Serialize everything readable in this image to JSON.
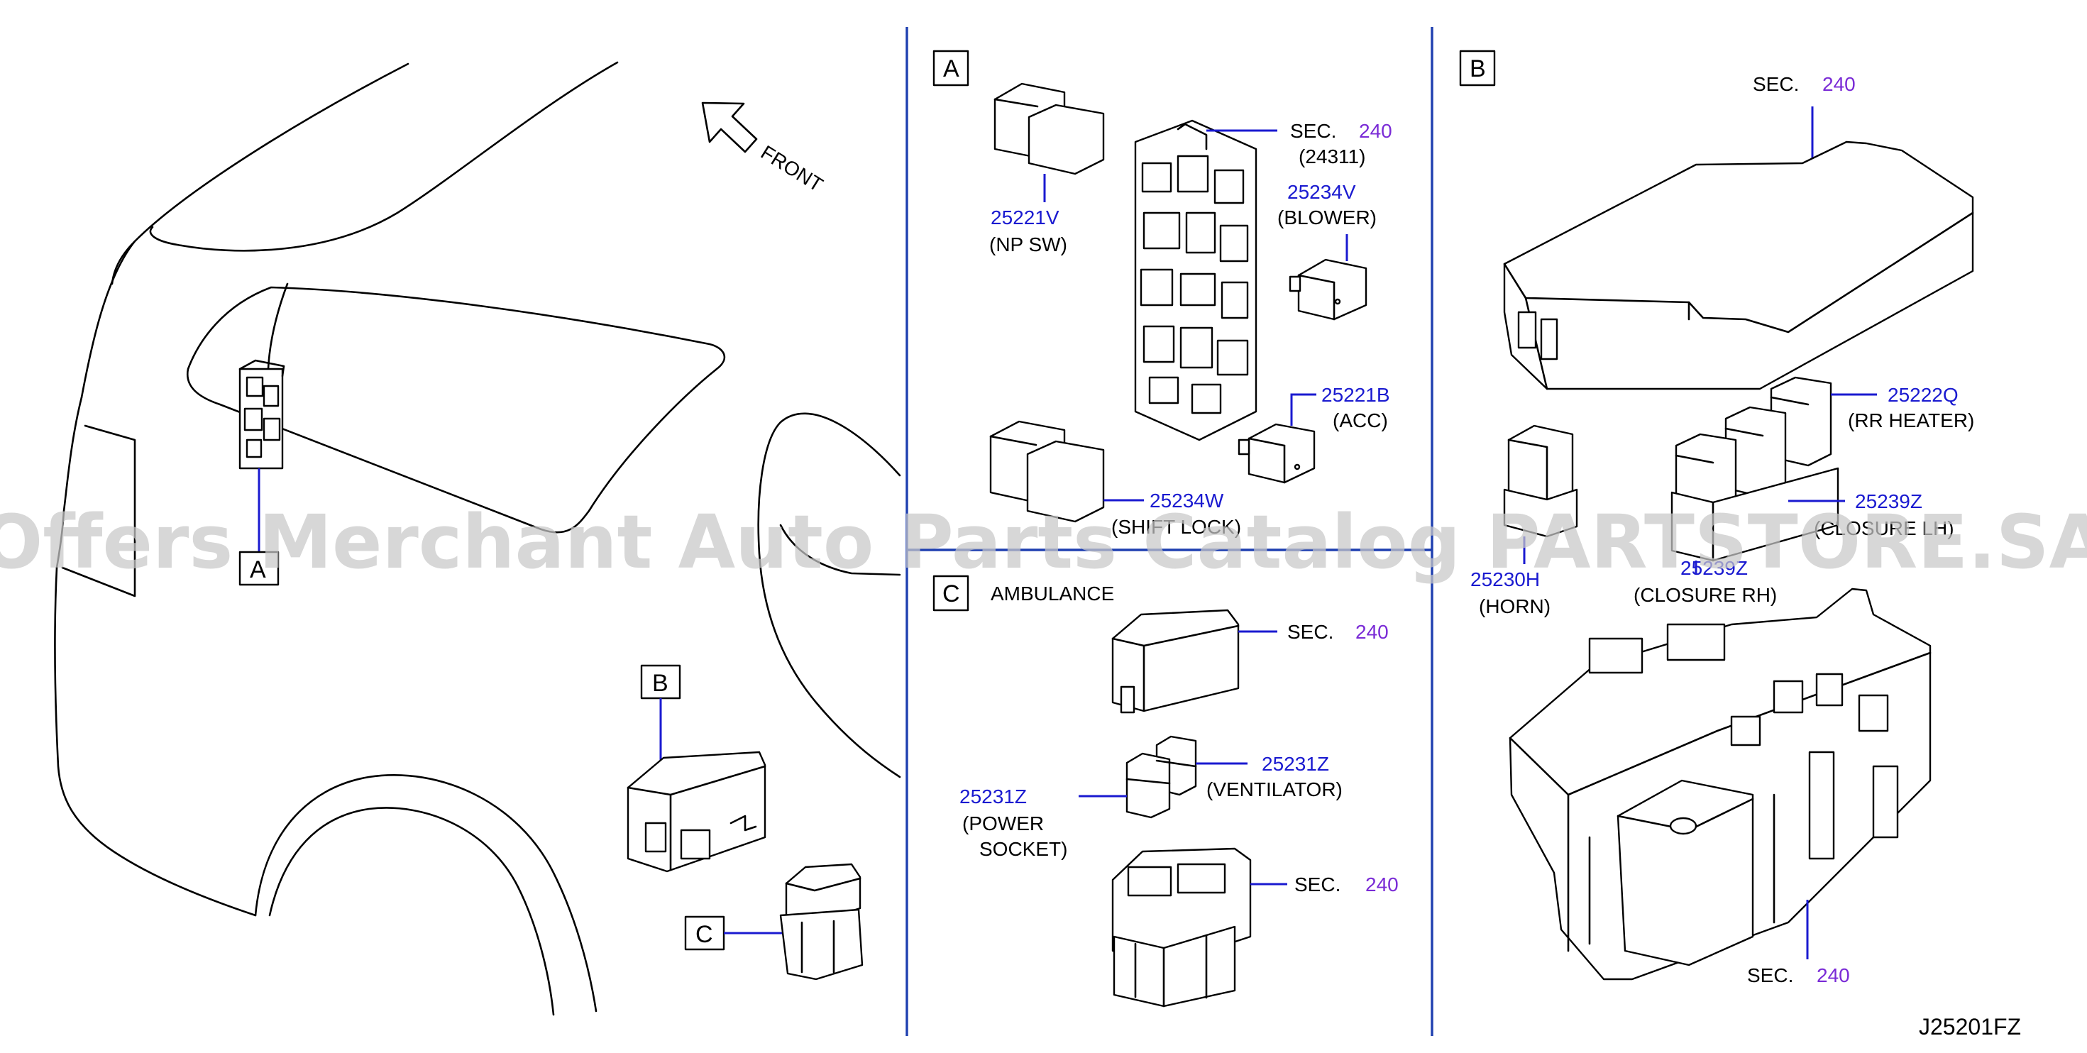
{
  "diagram_code": "J25201FZ",
  "watermark": "Offers Merchant Auto Parts Catalog PARTSTORE.SA",
  "front_label": "FRONT",
  "callouts": {
    "overview": [
      "A",
      "B",
      "C"
    ],
    "section_a": "A",
    "section_b": "B",
    "section_c": "C"
  },
  "section_a": {
    "sec_ref": {
      "prefix": "SEC.",
      "number": "240",
      "sub": "(24311)"
    },
    "parts": [
      {
        "number": "25221V",
        "desc": "(NP SW)"
      },
      {
        "number": "25234V",
        "desc": "(BLOWER)"
      },
      {
        "number": "25221B",
        "desc": "(ACC)"
      },
      {
        "number": "25234W",
        "desc": "(SHIFT LOCK)"
      }
    ]
  },
  "section_b": {
    "sec_ref_top": {
      "prefix": "SEC.",
      "number": "240"
    },
    "sec_ref_bottom": {
      "prefix": "SEC.",
      "number": "240"
    },
    "parts": [
      {
        "number": "25222Q",
        "desc": "(RR HEATER)"
      },
      {
        "number": "25239Z",
        "desc": "(CLOSURE LH)"
      },
      {
        "number": "25239Z",
        "desc": "(CLOSURE RH)"
      },
      {
        "number": "25230H",
        "desc": "(HORN)"
      }
    ]
  },
  "section_c": {
    "title": "AMBULANCE",
    "sec_ref_top": {
      "prefix": "SEC.",
      "number": "240"
    },
    "sec_ref_bottom": {
      "prefix": "SEC.",
      "number": "240"
    },
    "parts": [
      {
        "number": "25231Z",
        "desc": "(VENTILATOR)"
      },
      {
        "number": "25231Z",
        "desc_line1": "(POWER",
        "desc_line2": "SOCKET)"
      }
    ]
  },
  "colors": {
    "part_number": "#1a1ad0",
    "section_number": "#7a2bd6",
    "divider": "#1e3fb0",
    "watermark": "#c8c8c8"
  }
}
